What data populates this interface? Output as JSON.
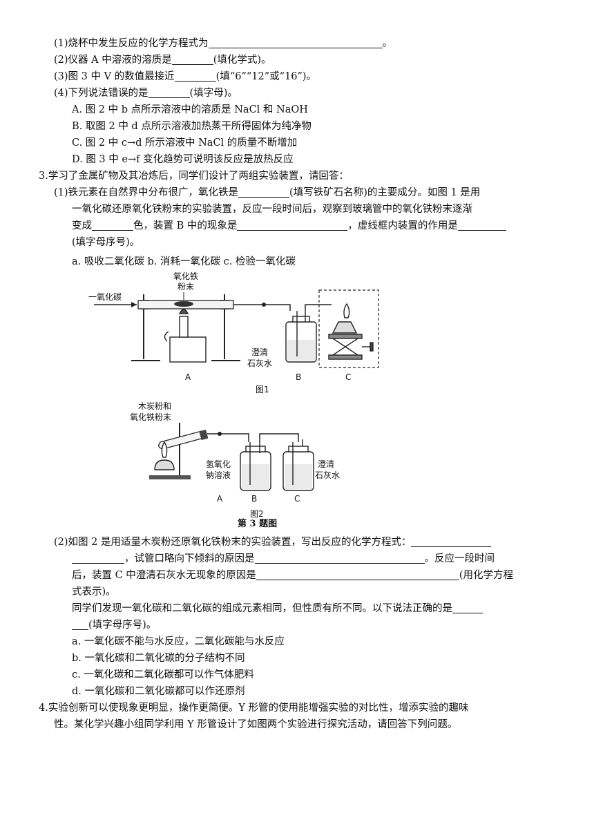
{
  "q2": {
    "s1_pre": "(1)烧杯中发生反应的化学方程式为",
    "s1_post": "。",
    "s2_pre": "(2)仪器 A 中溶液的溶质是",
    "s2_post": "(填化学式)。",
    "s3_pre": "(3)图 3 中 V 的数值最接近",
    "s3_post": "(填“6”“12”或“16”)。",
    "s4_pre": "(4)下列说法错误的是",
    "s4_post": "(填字母)。",
    "opt_a": "A.  图 2 中 b 点所示溶液中的溶质是 NaCl  和  NaOH",
    "opt_b": "B.  取图  2  中 d 点所示溶液加热蒸干所得固体为纯净物",
    "opt_c": "C.  图 2 中 c→d 所示溶液中  NaCl 的质量不断增加",
    "opt_d": "D.  图 3 中 e→f 变化趋势可说明该反应是放热反应"
  },
  "q3": {
    "stem": "3.学习了金属矿物及其冶炼后，同学们设计了两组实验装置，请回答：",
    "p1_l1_pre": "(1)铁元素在自然界中分布很广，氧化铁是",
    "p1_l1_post": "(填写铁矿石名称)的主要成分。如图 1 是用",
    "p1_l2": "一氧化碳还原氧化铁粉末的实验装置，反应一段时间后，观察到玻璃管中的氧化铁粉末逐渐",
    "p1_l3_a": "变成",
    "p1_l3_b": "色，装置 B 中的现象是",
    "p1_l3_c": "，虚线框内装置的作用是",
    "p1_l4": "(填字母序号)。",
    "p1_opts": "a.  吸收二氧化碳  b.  消耗一氧化碳  c.  检验一氧化碳",
    "fig1": {
      "co": "一氧化碳",
      "fe2o3_1": "氧化铁",
      "fe2o3_2": "粉末",
      "limewater_1": "澄清",
      "limewater_2": "石灰水",
      "A": "A",
      "B": "B",
      "C": "C",
      "caption": "图1"
    },
    "fig2": {
      "powder_1": "木炭粉和",
      "powder_2": "氧化铁粉末",
      "naoh_1": "氢氧化",
      "naoh_2": "钠溶液",
      "limewater_1": "澄清",
      "limewater_2": "石灰水",
      "A": "A",
      "B": "B",
      "C": "C",
      "caption": "图2"
    },
    "fig_caption": "第 3 题图",
    "p2_l1_pre": "(2)如图 2 是用适量木炭粉还原氧化铁粉末的实验装置，写出反应的化学方程式：",
    "p2_l2_mid": "，试管口略向下倾斜的原因是",
    "p2_l2_post": "。反应一段时间",
    "p2_l3_pre": "后，装置 C 中澄清石灰水无现象的原因是",
    "p2_l3_post": "(用化学方程",
    "p2_l4": "式表示)。",
    "p2_l5": "同学们发现一氧化碳和二氧化碳的组成元素相同，但性质有所不同。以下说法正确的是",
    "p2_l6": "(填字母序号)。",
    "p2_a": "a.  一氧化碳不能与水反应，二氧化碳能与水反应",
    "p2_b": "b.  一氧化碳和二氧化碳的分子结构不同",
    "p2_c": "c.  一氧化碳和二氧化碳都可以作气体肥料",
    "p2_d": "d.  一氧化碳和二氧化碳都可以作还原剂"
  },
  "q4": {
    "l1": "4.实验创新可以使现象更明显，操作更简便。Y 形管的使用能增强实验的对比性，增添实验的趣味",
    "l2": "性。某化学兴趣小组同学利用 Y 形管设计了如图两个实验进行探究活动，请回答下列问题。"
  }
}
